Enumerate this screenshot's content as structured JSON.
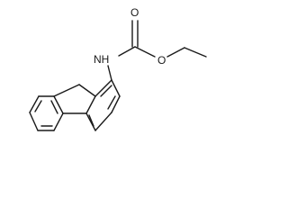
{
  "structure": {
    "labels": {
      "nh": "NH",
      "carbonyl_oxygen": "O",
      "ether_oxygen": "O"
    },
    "colors": {
      "stroke": "#1a1a1a",
      "background": "#ffffff"
    }
  }
}
